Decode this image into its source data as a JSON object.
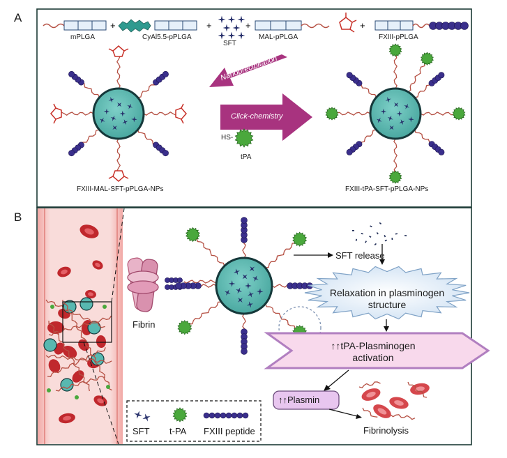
{
  "panel_a": {
    "letter": "A",
    "components": [
      "mPLGA",
      "CyAl5.5-pPLGA",
      "SFT",
      "MAL-pPLGA",
      "FXIII-pPLGA"
    ],
    "nanoprecipitation": "Nanoprecipitation",
    "click_chemistry": "Click-chemistry",
    "hs_label": "HS-",
    "tpa_label": "tPA",
    "np_left": "FXIII-MAL-SFT-pPLGA-NPs",
    "np_right": "FXIII-tPA-SFT-pPLGA-NPs"
  },
  "panel_b": {
    "letter": "B",
    "fibrin": "Fibrin",
    "sft_release": "SFT release",
    "relaxation": "Relaxation in plasminogen structure",
    "activation": "↑↑tPA-Plasminogen activation",
    "plasmin": "↑↑Plasmin",
    "fibrinolysis": "Fibrinolysis",
    "legend": {
      "sft": "SFT",
      "tpa": "t-PA",
      "fxiii": "FXIII peptide"
    }
  },
  "colors": {
    "core": "#58b8b0",
    "core_stroke": "#15383a",
    "star": "#27306b",
    "tpa": "#4aa83c",
    "peptide": "#3a2f8c",
    "linker": "#b55043",
    "maleimide": "#c8322a",
    "arrow": "#a8337f",
    "vessel": "#f4c2bf",
    "rbc": "#c0282d",
    "plasmin_box": "#e8c6ef",
    "activation_box": "#f8d9ec"
  }
}
